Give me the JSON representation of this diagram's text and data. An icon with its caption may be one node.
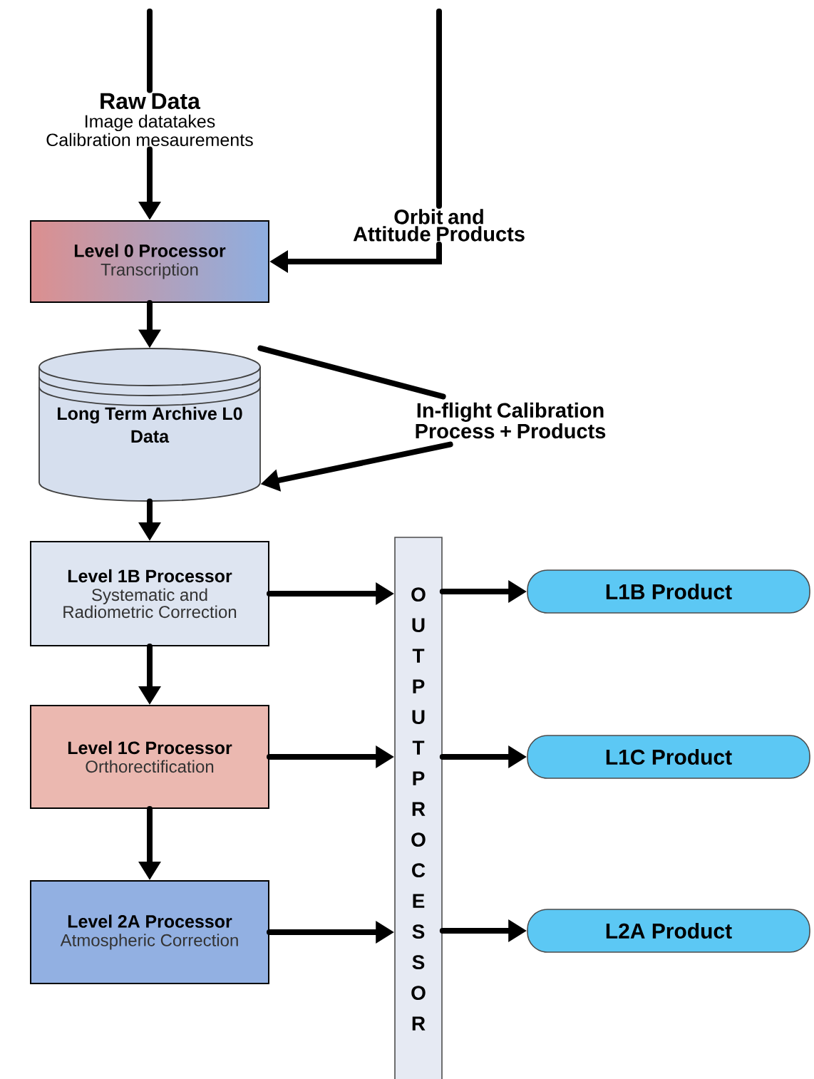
{
  "diagram": {
    "nodes": [
      {
        "text": [
          "Raw Data",
          "Image datatakes",
          "Calibration mesaurements"
        ]
      },
      {
        "text": [
          "Level 0 Processor",
          "Transcription"
        ]
      },
      {
        "text": [
          "Orbit and Attitude Products"
        ]
      },
      {
        "text": [
          "Long Term Archive L0 Data"
        ]
      },
      {
        "text": [
          "In-flight Calibration Process + Products"
        ]
      },
      {
        "text": [
          "Level 1B Processor",
          "Systematic and Radiometric Correction"
        ]
      },
      {
        "text": [
          "Level 1C Processor",
          "Orthorectification"
        ]
      },
      {
        "text": [
          "Level 2A Processor",
          "Atmospheric Correction"
        ]
      },
      {
        "text": [
          "OUTPUT PROCESSOR"
        ]
      },
      {
        "text": [
          "L1B Product"
        ]
      },
      {
        "text": [
          "L1C Product"
        ]
      },
      {
        "text": [
          "L2A Product"
        ]
      }
    ],
    "edges": [
      {
        "from": null,
        "to": 0,
        "arrow": "none"
      },
      {
        "from": 0,
        "to": 1,
        "arrow": "to"
      },
      {
        "from": null,
        "to": 2,
        "arrow": "none"
      },
      {
        "from": 2,
        "to": 1,
        "arrow": "to"
      },
      {
        "from": 1,
        "to": 3,
        "arrow": "to"
      },
      {
        "from": 3,
        "to": 4,
        "arrow": "none"
      },
      {
        "from": 4,
        "to": 3,
        "arrow": "to"
      },
      {
        "from": 3,
        "to": 5,
        "arrow": "to"
      },
      {
        "from": 5,
        "to": 6,
        "arrow": "to"
      },
      {
        "from": 6,
        "to": 7,
        "arrow": "to"
      },
      {
        "from": 5,
        "to": 8,
        "arrow": "to"
      },
      {
        "from": 6,
        "to": 8,
        "arrow": "to"
      },
      {
        "from": 7,
        "to": 8,
        "arrow": "to"
      },
      {
        "from": 8,
        "to": 9,
        "arrow": "to"
      },
      {
        "from": 8,
        "to": 10,
        "arrow": "to"
      },
      {
        "from": 8,
        "to": 11,
        "arrow": "to"
      }
    ]
  }
}
